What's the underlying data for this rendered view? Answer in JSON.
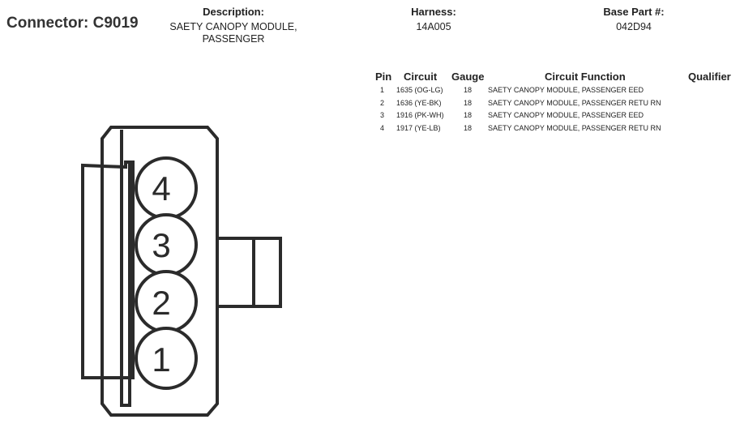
{
  "connector": {
    "label": "Connector:",
    "id": "C9019"
  },
  "headers": {
    "description": {
      "label": "Description:",
      "lines": [
        "SAETY CANOPY MODULE,",
        "PASSENGER"
      ]
    },
    "harness": {
      "label": "Harness:",
      "value": "14A005"
    },
    "base_part": {
      "label": "Base Part #:",
      "value": "042D94"
    }
  },
  "table": {
    "columns": [
      "Pin",
      "Circuit",
      "Gauge",
      "Circuit Function",
      "Qualifier"
    ],
    "rows": [
      {
        "pin": "1",
        "circuit": "1635 (OG-LG)",
        "gauge": "18",
        "function": "SAETY CANOPY MODULE, PASSENGER EED",
        "qualifier": ""
      },
      {
        "pin": "2",
        "circuit": "1636 (YE-BK)",
        "gauge": "18",
        "function": "SAETY CANOPY MODULE, PASSENGER RETU  RN",
        "qualifier": ""
      },
      {
        "pin": "3",
        "circuit": "1916 (PK-WH)",
        "gauge": "18",
        "function": "SAETY CANOPY MODULE, PASSENGER EED",
        "qualifier": ""
      },
      {
        "pin": "4",
        "circuit": "1917 (YE-LB)",
        "gauge": "18",
        "function": "SAETY CANOPY MODULE, PASSENGER RETU  RN",
        "qualifier": ""
      }
    ]
  },
  "diagram": {
    "pin_labels": [
      "4",
      "3",
      "2",
      "1"
    ],
    "stroke_color": "#2b2b2b"
  }
}
